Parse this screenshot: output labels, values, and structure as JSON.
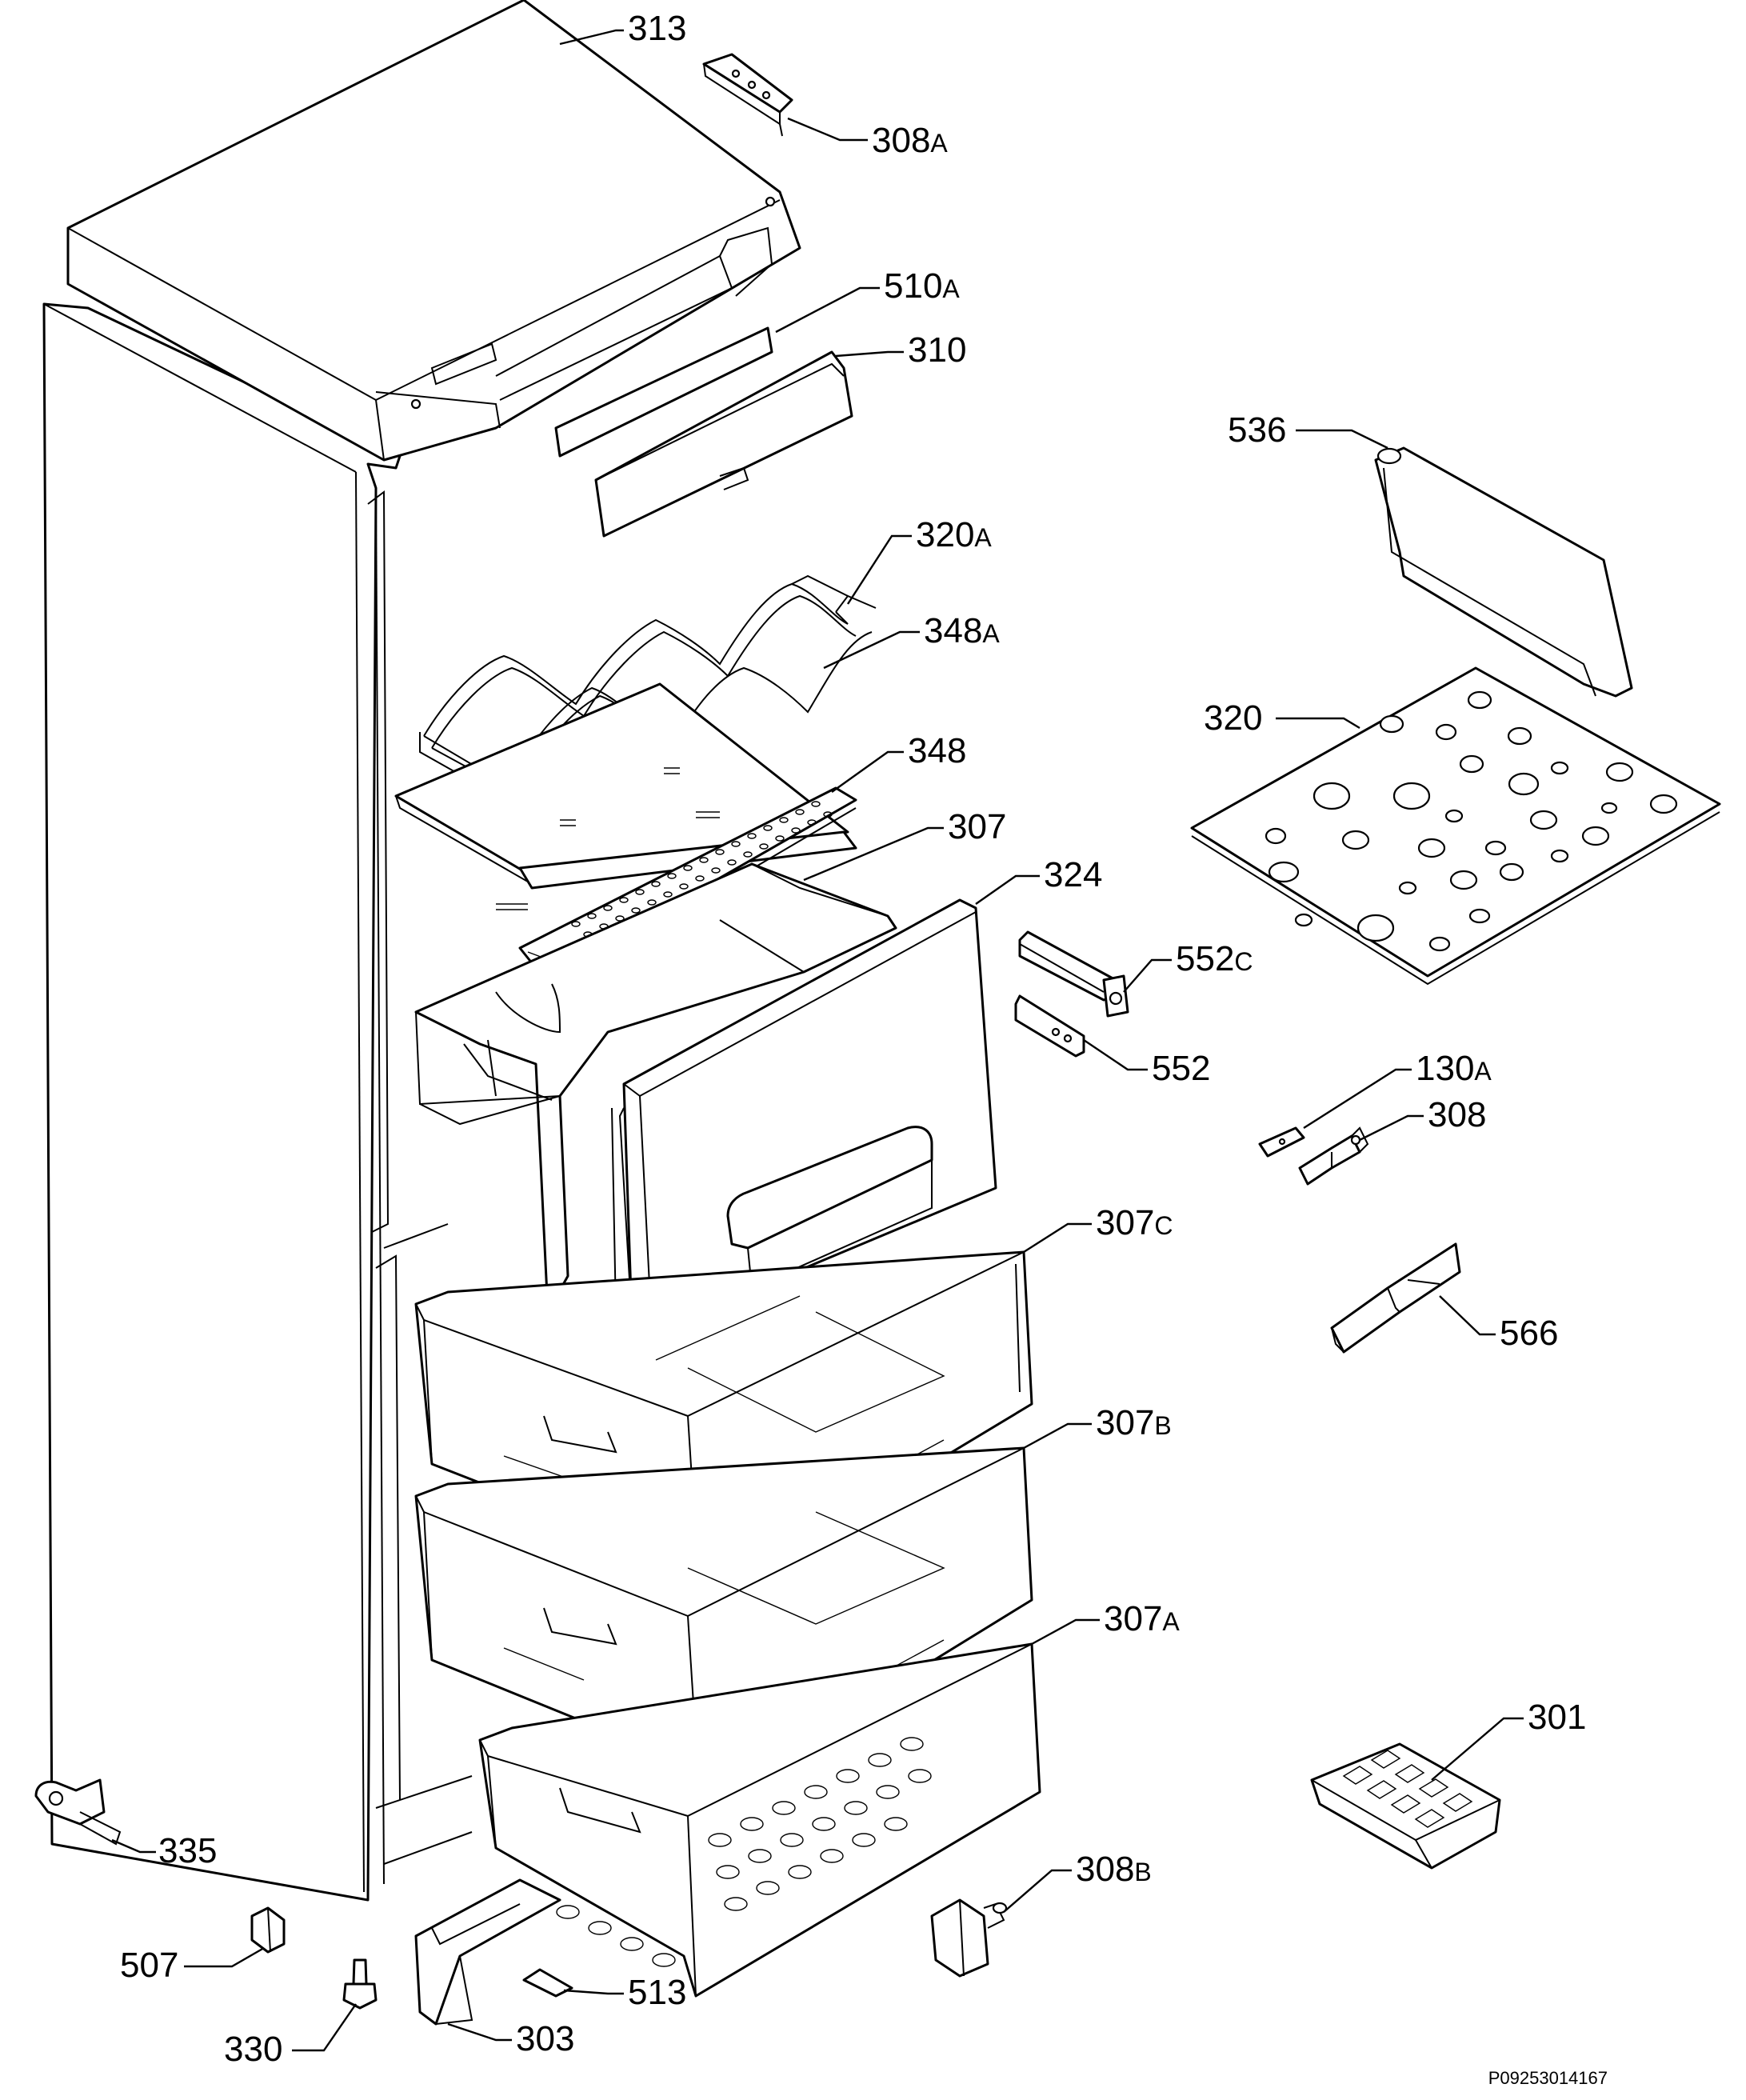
{
  "diagram": {
    "type": "exploded parts diagram",
    "document_code": "P09253014167",
    "callouts": [
      {
        "id": "313",
        "number": "313",
        "suffix": ""
      },
      {
        "id": "308A",
        "number": "308",
        "suffix": "A"
      },
      {
        "id": "510A",
        "number": "510",
        "suffix": "A"
      },
      {
        "id": "310",
        "number": "310",
        "suffix": ""
      },
      {
        "id": "536",
        "number": "536",
        "suffix": ""
      },
      {
        "id": "320A",
        "number": "320",
        "suffix": "A"
      },
      {
        "id": "348A",
        "number": "348",
        "suffix": "A"
      },
      {
        "id": "320",
        "number": "320",
        "suffix": ""
      },
      {
        "id": "348",
        "number": "348",
        "suffix": ""
      },
      {
        "id": "307",
        "number": "307",
        "suffix": ""
      },
      {
        "id": "324",
        "number": "324",
        "suffix": ""
      },
      {
        "id": "552C",
        "number": "552",
        "suffix": "C"
      },
      {
        "id": "552",
        "number": "552",
        "suffix": ""
      },
      {
        "id": "130A",
        "number": "130",
        "suffix": "A"
      },
      {
        "id": "308",
        "number": "308",
        "suffix": ""
      },
      {
        "id": "307C",
        "number": "307",
        "suffix": "C"
      },
      {
        "id": "566",
        "number": "566",
        "suffix": ""
      },
      {
        "id": "307B",
        "number": "307",
        "suffix": "B"
      },
      {
        "id": "307A",
        "number": "307",
        "suffix": "A"
      },
      {
        "id": "301",
        "number": "301",
        "suffix": ""
      },
      {
        "id": "335",
        "number": "335",
        "suffix": ""
      },
      {
        "id": "308B",
        "number": "308",
        "suffix": "B"
      },
      {
        "id": "507",
        "number": "507",
        "suffix": ""
      },
      {
        "id": "513",
        "number": "513",
        "suffix": ""
      },
      {
        "id": "330",
        "number": "330",
        "suffix": ""
      },
      {
        "id": "303",
        "number": "303",
        "suffix": ""
      }
    ]
  }
}
